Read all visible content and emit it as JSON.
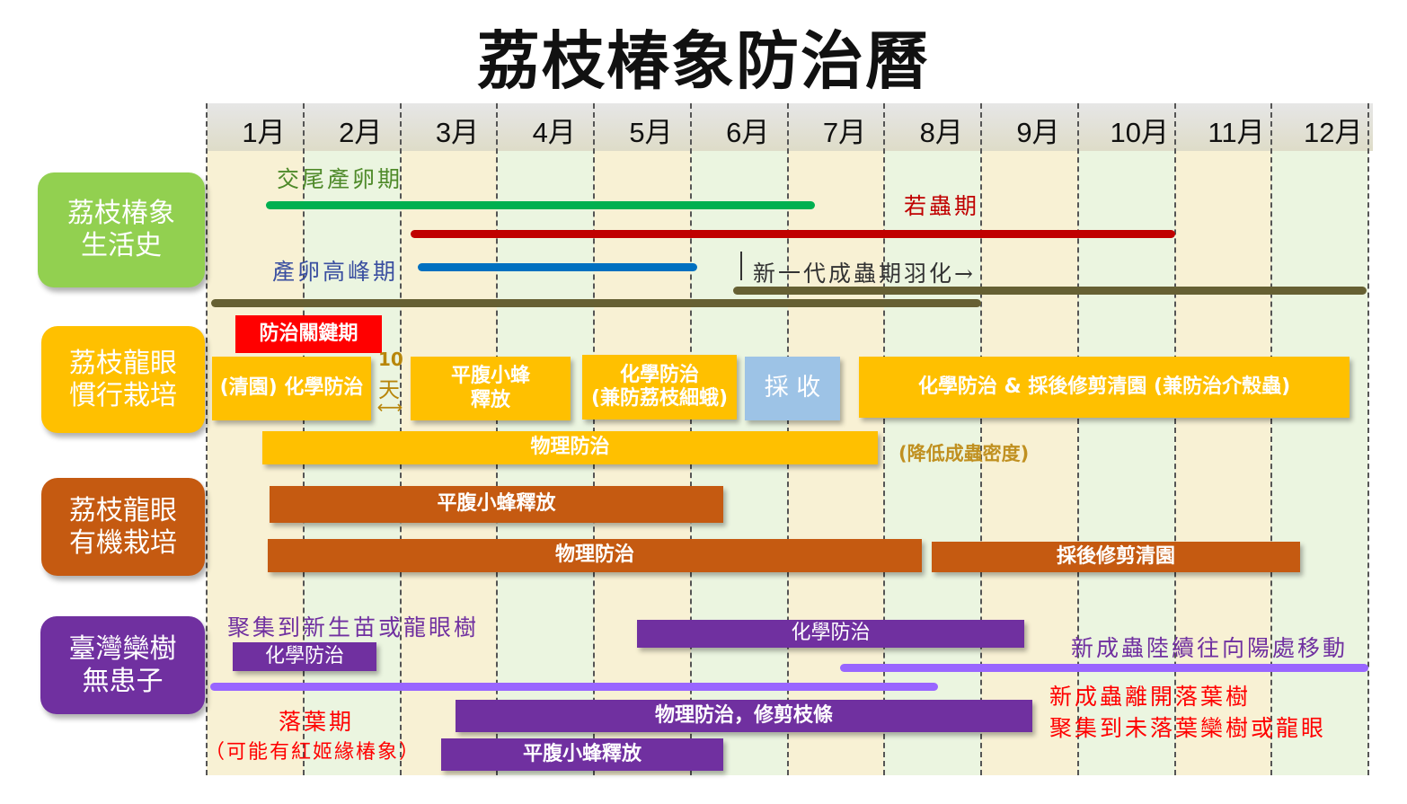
{
  "title": "荔枝椿象防治曆",
  "months": [
    "1月",
    "2月",
    "3月",
    "4月",
    "5月",
    "6月",
    "7月",
    "8月",
    "9月",
    "10月",
    "11月",
    "12月"
  ],
  "rows": {
    "life": "荔枝椿象\n生活史",
    "conventional": "荔枝龍眼\n慣行栽培",
    "organic": "荔枝龍眼\n有機栽培",
    "koelreuteria": "臺灣欒樹\n無患子"
  },
  "life": {
    "mating": "交尾產卵期",
    "nymph": "若蟲期",
    "peak": "產卵高峰期",
    "new_adult": "新一代成蟲期羽化→"
  },
  "conventional": {
    "key_period": "防治關鍵期",
    "cleanup_chem": "(清園) 化學防治",
    "interval_num": "10",
    "interval_unit": "天",
    "wasp": "平腹小蜂\n釋放",
    "chem2": "化學防治\n(兼防荔枝細蛾)",
    "harvest": "採 收",
    "chem3": "化學防治 & 採後修剪清園 (兼防治介殼蟲)",
    "physical": "物理防治",
    "physical_note": "(降低成蟲密度)"
  },
  "organic": {
    "wasp": "平腹小蜂釋放",
    "physical": "物理防治",
    "pruning": "採後修剪清園"
  },
  "koelreuteria": {
    "gather_note": "聚集到新生苗或龍眼樹",
    "chem1": "化學防治",
    "chem2": "化學防治",
    "move_note": "新成蟲陸續往向陽處移動",
    "leaf_fall": "落葉期",
    "leaf_fall_sub": "（可能有紅姬緣椿象）",
    "physical": "物理防治，修剪枝條",
    "wasp": "平腹小蜂釋放",
    "leave_note1": "新成蟲離開落葉樹",
    "leave_note2": "聚集到未落葉欒樹或龍眼"
  },
  "colors": {
    "green": "#00b050",
    "red": "#c00000",
    "blue": "#0070c0",
    "olive": "#666033",
    "orange": "#ffc000",
    "brown": "#c55a11",
    "purple": "#7030a0",
    "lavender": "#9966ff",
    "harvest": "#9dc3e6"
  }
}
